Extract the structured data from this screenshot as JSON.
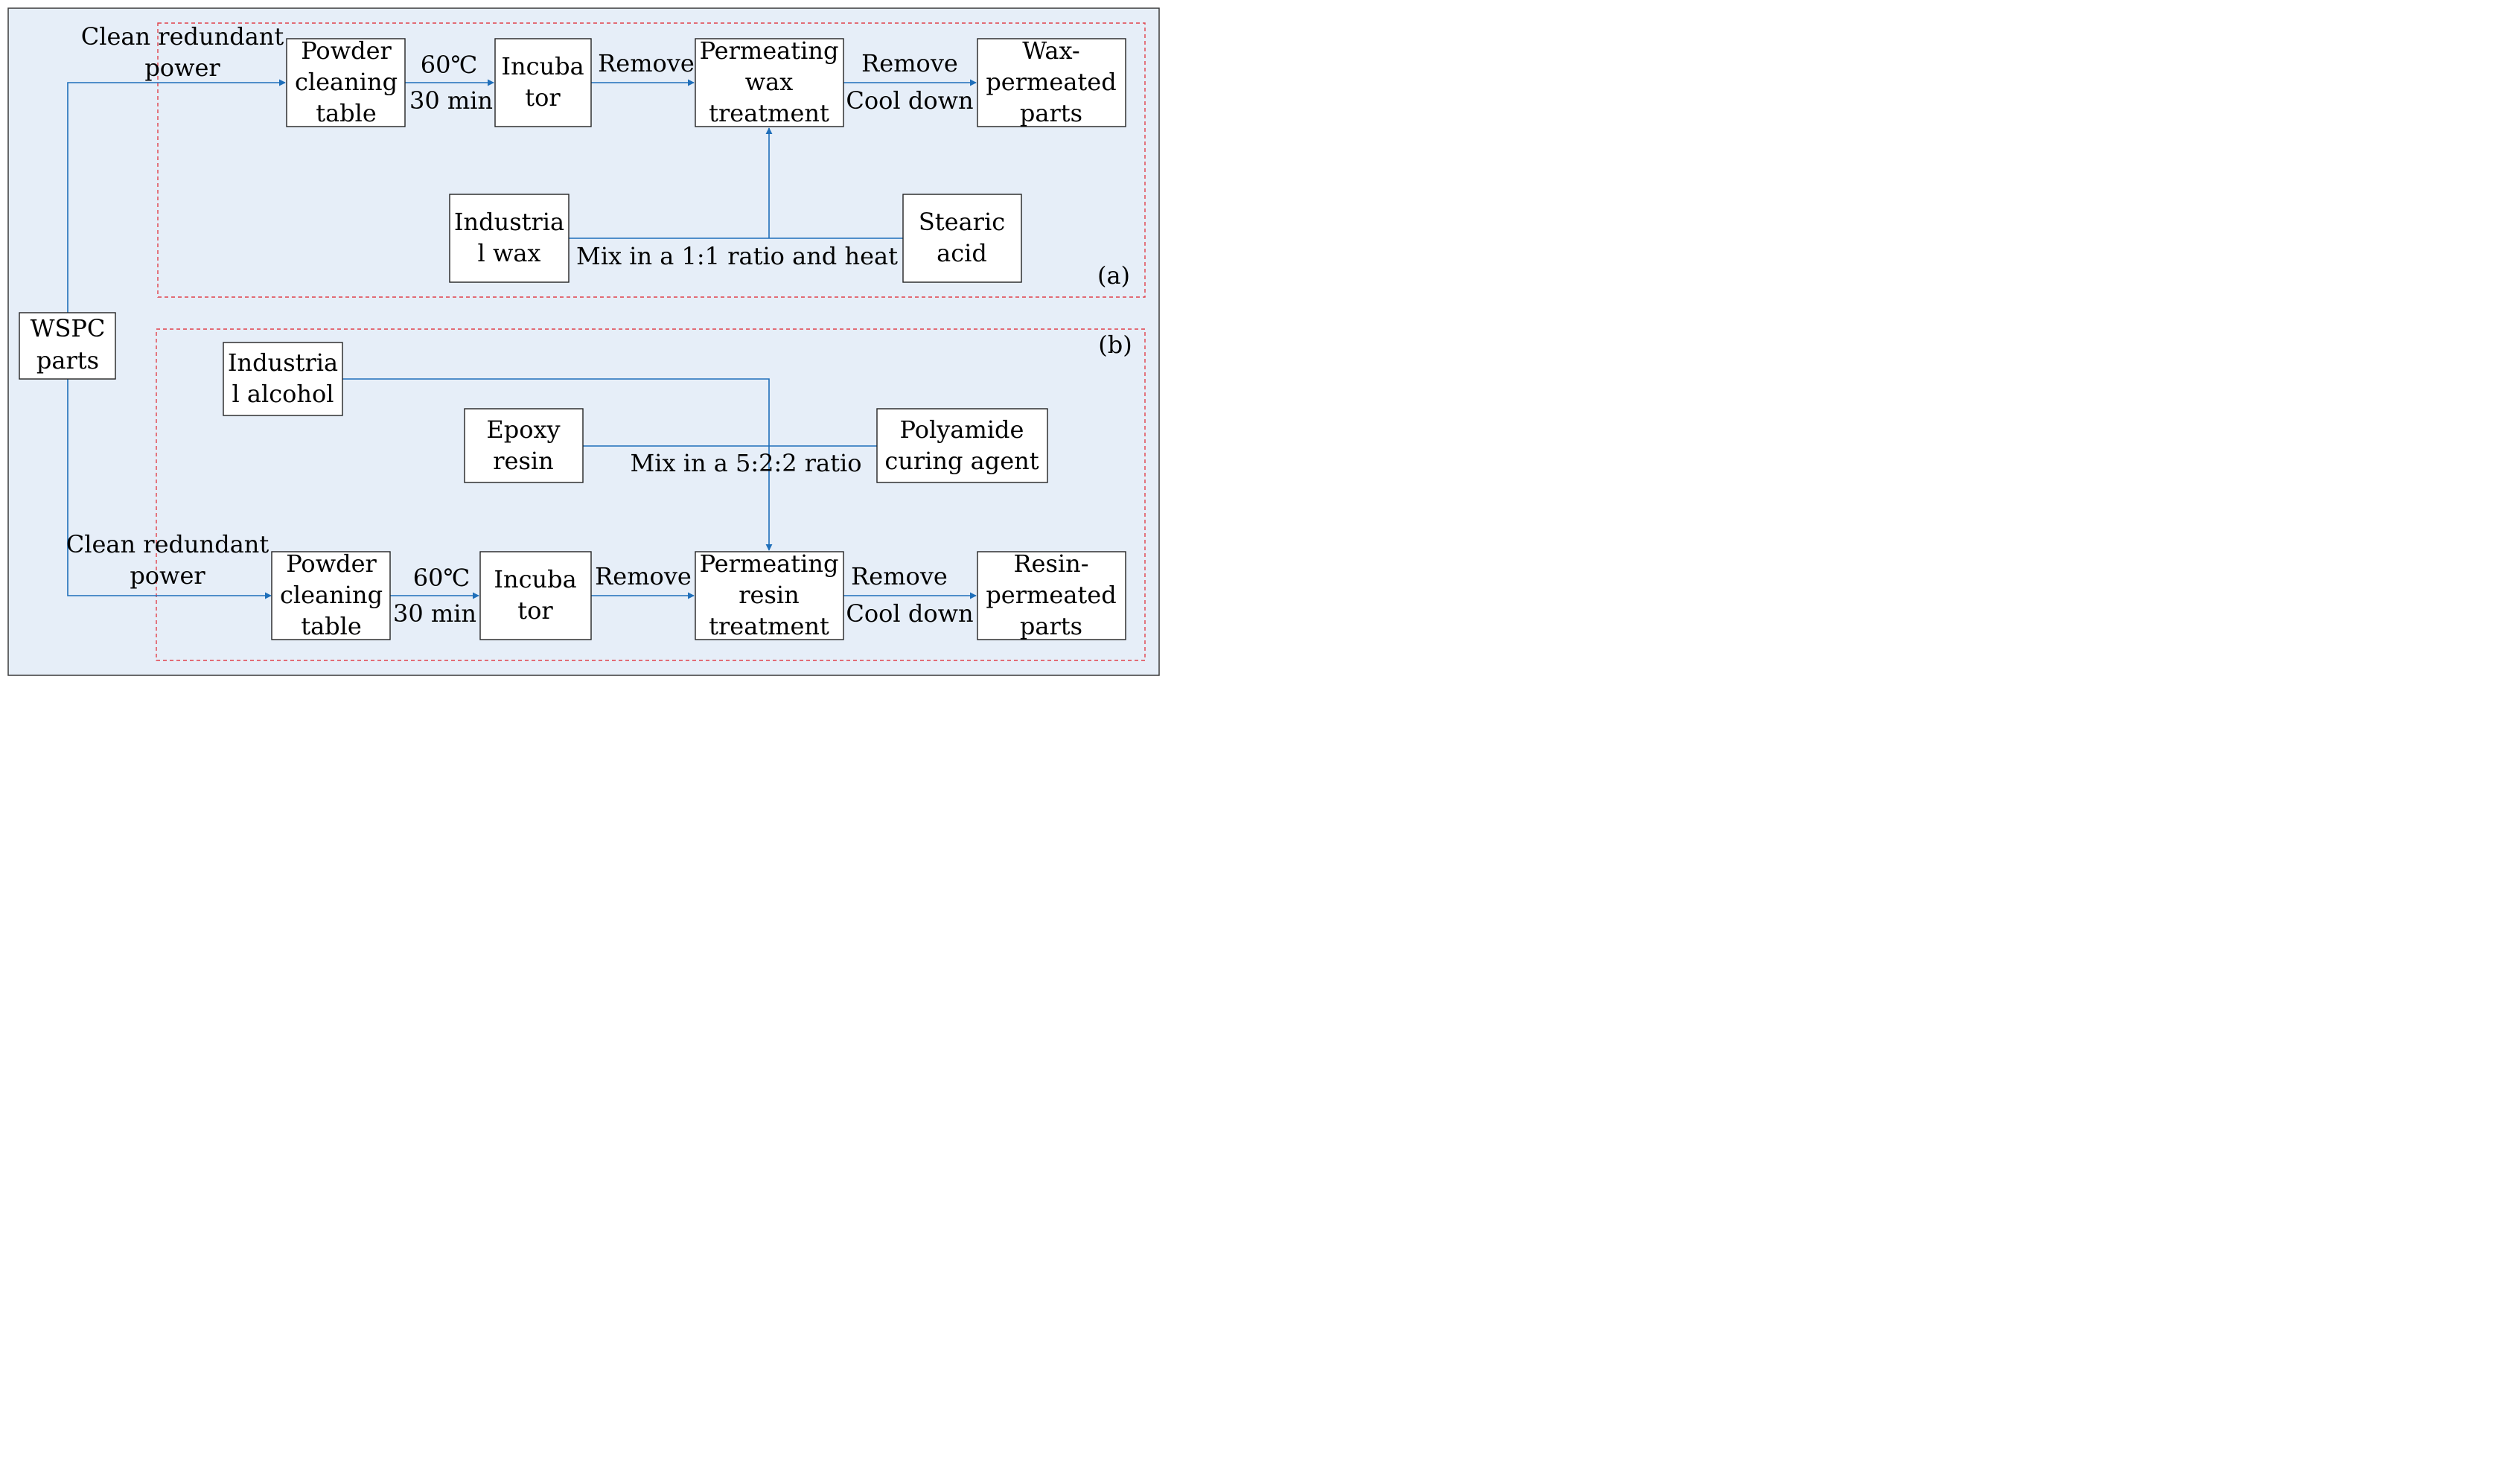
{
  "colors": {
    "background": "#e6eef8",
    "frame": "#3a3a3a",
    "box_fill": "#ffffff",
    "box_stroke": "#222222",
    "arrow": "#1f6fba",
    "dashed_region": "#e0414a"
  },
  "source": {
    "line1": "WSPC",
    "line2": "parts"
  },
  "panel_a": {
    "tag": "(a)",
    "branch_label": {
      "line1": "Clean redundant",
      "line2": "power"
    },
    "powder_table": {
      "line1": "Powder",
      "line2": "cleaning",
      "line3": "table"
    },
    "condition": {
      "line1": "60℃",
      "line2": "30 min"
    },
    "incubator": {
      "line1": "Incuba",
      "line2": "tor"
    },
    "remove_label": "Remove",
    "treatment": {
      "line1": "Permeating",
      "line2": "wax",
      "line3": "treatment"
    },
    "cool_label": {
      "line1": "Remove",
      "line2": "Cool down"
    },
    "output": {
      "line1": "Wax-",
      "line2": "permeated",
      "line3": "parts"
    },
    "ingredient_1": {
      "line1": "Industria",
      "line2": "l wax"
    },
    "ingredient_2": {
      "line1": "Stearic",
      "line2": "acid"
    },
    "mix_label": "Mix in a 1:1 ratio and heat"
  },
  "panel_b": {
    "tag": "(b)",
    "branch_label": {
      "line1": "Clean redundant",
      "line2": "power"
    },
    "powder_table": {
      "line1": "Powder",
      "line2": "cleaning",
      "line3": "table"
    },
    "condition": {
      "line1": "60℃",
      "line2": "30 min"
    },
    "incubator": {
      "line1": "Incuba",
      "line2": "tor"
    },
    "remove_label": "Remove",
    "treatment": {
      "line1": "Permeating",
      "line2": "resin",
      "line3": "treatment"
    },
    "cool_label": {
      "line1": "Remove",
      "line2": "Cool down"
    },
    "output": {
      "line1": "Resin-",
      "line2": "permeated",
      "line3": "parts"
    },
    "ingredient_1": {
      "line1": "Industria",
      "line2": "l alcohol"
    },
    "ingredient_2": {
      "line1": "Epoxy",
      "line2": "resin"
    },
    "ingredient_3": {
      "line1": "Polyamide",
      "line2": "curing agent"
    },
    "mix_label": "Mix in a 5:2:2 ratio"
  }
}
